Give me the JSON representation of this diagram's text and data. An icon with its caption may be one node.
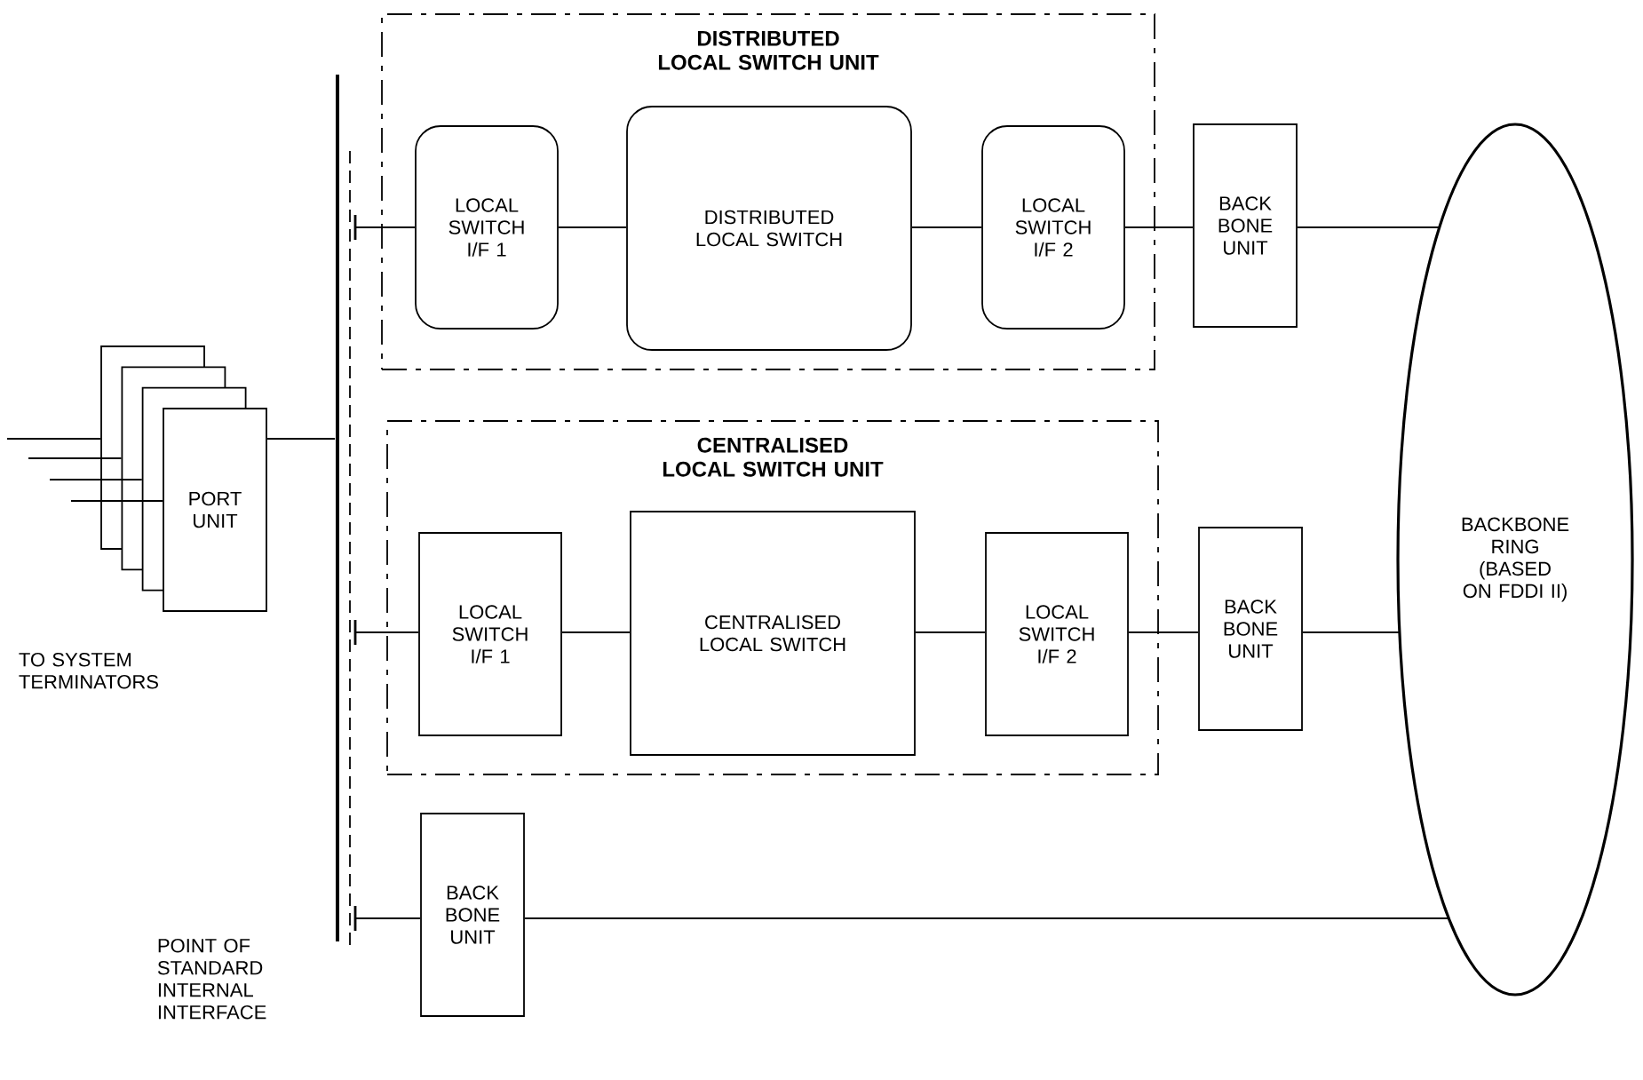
{
  "diagram": {
    "nodes": [
      {
        "text": [
          "DISTRIBUTED LOCAL SWITCH UNIT"
        ]
      },
      {
        "text": [
          "LOCAL SWITCH I/F 1"
        ],
        "in": 0
      },
      {
        "text": [
          "DISTRIBUTED LOCAL SWITCH"
        ],
        "in": 0
      },
      {
        "text": [
          "LOCAL SWITCH I/F 2"
        ],
        "in": 0
      },
      {
        "text": [
          "BACK BONE UNIT"
        ]
      },
      {
        "text": [
          "CENTRALISED LOCAL SWITCH UNIT"
        ]
      },
      {
        "text": [
          "LOCAL SWITCH I/F 1"
        ],
        "in": 5
      },
      {
        "text": [
          "CENTRALISED LOCAL SWITCH"
        ],
        "in": 5
      },
      {
        "text": [
          "LOCAL SWITCH I/F 2"
        ],
        "in": 5
      },
      {
        "text": [
          "BACK BONE UNIT"
        ]
      },
      {
        "text": [
          "BACK BONE UNIT"
        ]
      },
      {
        "text": [
          "BACKBONE RING (BASED ON FDDI II)"
        ]
      },
      {
        "text": [
          "PORT UNIT"
        ]
      },
      {
        "text": [],
        "shape": "bar"
      }
    ],
    "edges": [
      {
        "from": 12,
        "to": 13,
        "arrow": "none"
      },
      {
        "from": 13,
        "to": 1,
        "arrow": "none"
      },
      {
        "from": 1,
        "to": 2,
        "arrow": "none"
      },
      {
        "from": 2,
        "to": 3,
        "arrow": "none"
      },
      {
        "from": 3,
        "to": 4,
        "arrow": "none"
      },
      {
        "from": 4,
        "to": 11,
        "arrow": "none"
      },
      {
        "from": 13,
        "to": 6,
        "arrow": "none"
      },
      {
        "from": 6,
        "to": 7,
        "arrow": "none"
      },
      {
        "from": 7,
        "to": 8,
        "arrow": "none"
      },
      {
        "from": 8,
        "to": 9,
        "arrow": "none"
      },
      {
        "from": 9,
        "to": 11,
        "arrow": "none"
      },
      {
        "from": 13,
        "to": 10,
        "arrow": "none"
      },
      {
        "from": 10,
        "to": 11,
        "arrow": "none"
      },
      {
        "from": null,
        "to": 12,
        "arrow": "none"
      },
      {
        "from": null,
        "to": 12,
        "arrow": "none"
      },
      {
        "from": null,
        "to": 12,
        "arrow": "none"
      },
      {
        "from": null,
        "to": 12,
        "arrow": "none"
      }
    ],
    "labels": [
      "TO SYSTEM TERMINATORS",
      "POINT OF STANDARD INTERNAL INTERFACE"
    ]
  }
}
